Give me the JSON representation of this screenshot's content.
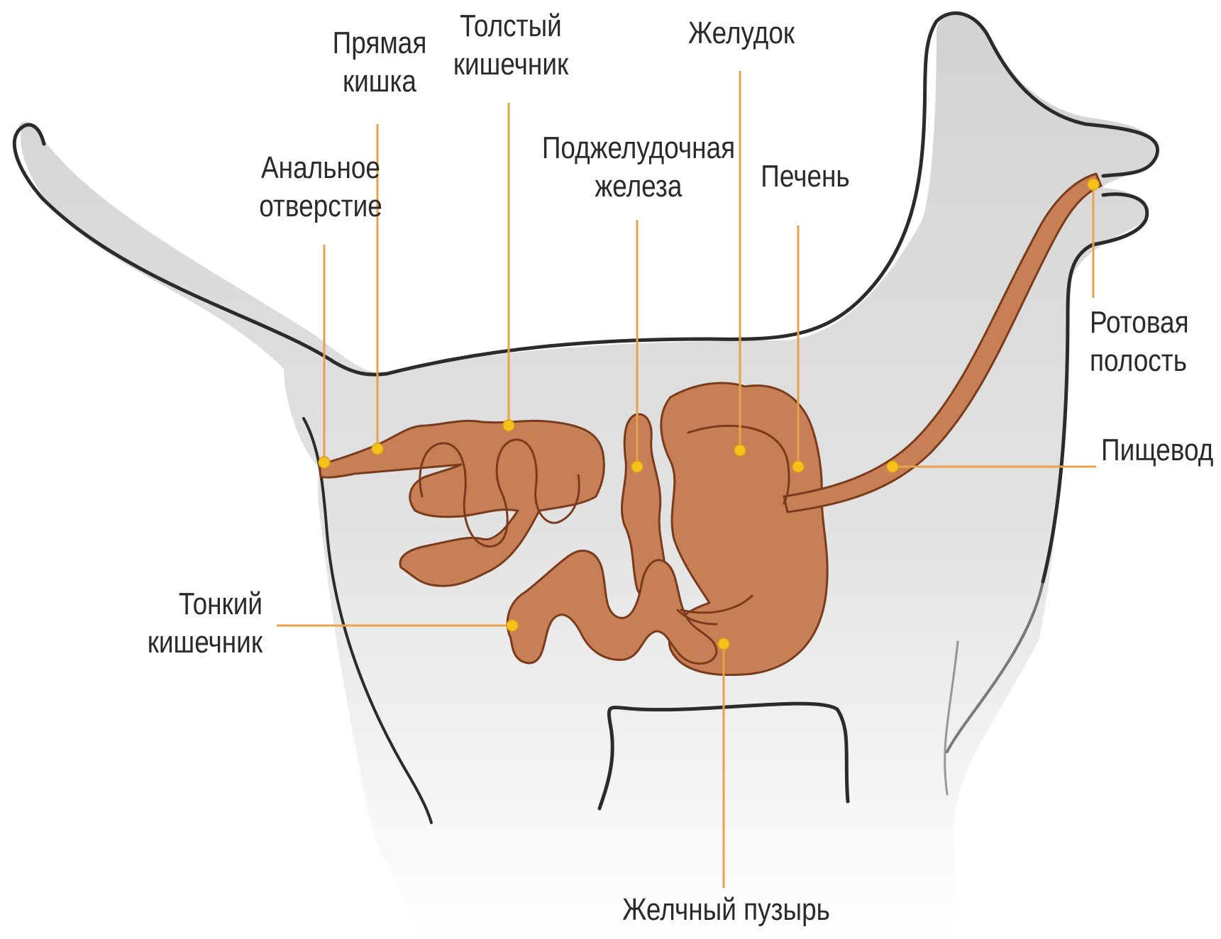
{
  "colors": {
    "organ": "#c77f55",
    "organ_outline": "#7a3b1c",
    "body_top": "#d6d6d6",
    "body_bottom": "#ffffff",
    "outline": "#2b2b2b",
    "leader": "#e8a24a",
    "marker": "#f5c21a"
  },
  "labels": {
    "anus": {
      "line1": "Анальное",
      "line2": "отверстие"
    },
    "rectum": {
      "line1": "Прямая",
      "line2": "кишка"
    },
    "large_intestine": {
      "line1": "Толстый",
      "line2": "кишечник"
    },
    "pancreas": {
      "line1": "Поджелудочная",
      "line2": "железа"
    },
    "stomach": {
      "line1": "Желудок"
    },
    "liver": {
      "line1": "Печень"
    },
    "oral_cavity": {
      "line1": "Ротовая",
      "line2": "полость"
    },
    "esophagus": {
      "line1": "Пищевод"
    },
    "small_intestine": {
      "line1": "Тонкий",
      "line2": "кишечник"
    },
    "gallbladder": {
      "line1": "Желчный пузырь"
    }
  }
}
